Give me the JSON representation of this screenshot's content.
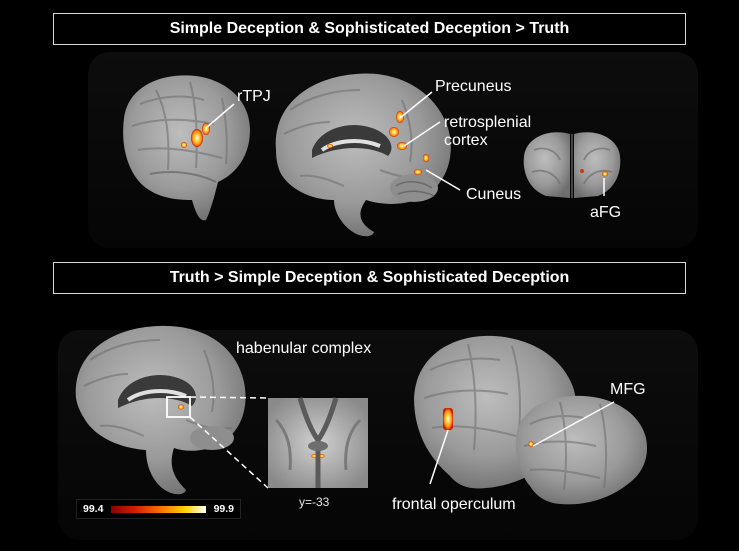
{
  "top_panel": {
    "title": "Simple Deception & Sophisticated Deception > Truth",
    "labels": {
      "rtpj": "rTPJ",
      "precuneus": "Precuneus",
      "retrosplenial_1": "retrosplenial",
      "retrosplenial_2": "cortex",
      "cuneus": "Cuneus",
      "afg": "aFG"
    }
  },
  "bottom_panel": {
    "title": "Truth > Simple Deception & Sophisticated Deception",
    "labels": {
      "habenular": "habenular complex",
      "coronal_slice": "y=-33",
      "mfg": "MFG",
      "frontal_operculum": "frontal operculum"
    }
  },
  "colorbar": {
    "min_label": "99.4",
    "max_label": "99.9",
    "colors": [
      "#8b0000",
      "#d41c00",
      "#ff7a00",
      "#ffd200",
      "#ffffff"
    ]
  },
  "colors": {
    "background": "#000000",
    "title_border": "#d9d9d9",
    "brain": "#9a9a9a",
    "activation": "#ff9a1a"
  }
}
